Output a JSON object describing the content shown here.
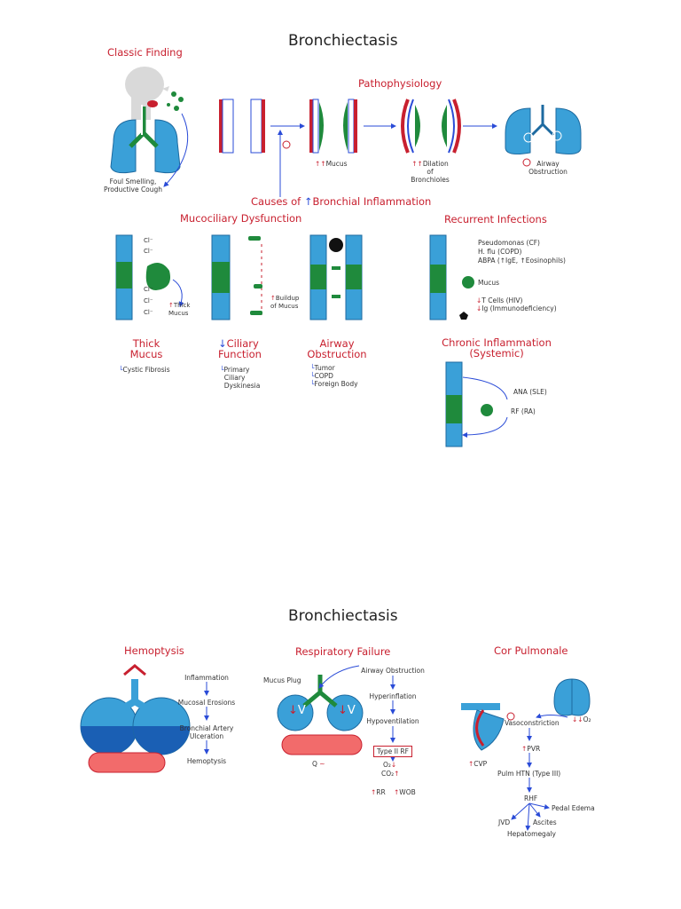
{
  "page1": {
    "title": "Bronchiectasis",
    "classic_finding": "Classic Finding",
    "pathophysiology": "Pathophysiology",
    "cough_1": "Foul Smelling,",
    "cough_2": "Productive Cough",
    "up_mucus": "Mucus",
    "dilation_1": "Dilation",
    "dilation_2": "of",
    "dilation_3": "Bronchioles",
    "obstruction_1": "Airway",
    "obstruction_2": "Obstruction",
    "causes_prefix": "Causes of",
    "causes_suffix": "Bronchial Inflammation",
    "mucociliary": "Mucociliary Dysfunction",
    "recurrent": "Recurrent Infections",
    "cl": "Cl⁻",
    "thick_mucus_label_1": "Thick",
    "thick_mucus_label_2": "Mucus",
    "buildup_1": "Buildup",
    "buildup_2": "of Mucus",
    "thick_heading_1": "Thick",
    "thick_heading_2": "Mucus",
    "cf": "Cystic Fibrosis",
    "ciliary_heading_1": "Ciliary",
    "ciliary_heading_2": "Function",
    "pcd_1": "Primary",
    "pcd_2": "Ciliary",
    "pcd_3": "Dyskinesia",
    "airway_heading_1": "Airway",
    "airway_heading_2": "Obstruction",
    "tumor": "Tumor",
    "copd": "COPD",
    "foreign": "Foreign Body",
    "pseudomonas": "Pseudomonas (CF)",
    "hflu": "H. flu (COPD)",
    "abpa": "ABPA (↑IgE, ↑Eosinophils)",
    "mucus": "Mucus",
    "tcells": "T Cells (HIV)",
    "ig": "Ig (Immunodeficiency)",
    "chronic_1": "Chronic Inflammation",
    "chronic_2": "(Systemic)",
    "ana": "ANA (SLE)",
    "rf": "RF (RA)"
  },
  "page2": {
    "title": "Bronchiectasis",
    "hemoptysis_heading": "Hemoptysis",
    "resp_heading": "Respiratory Failure",
    "cor_heading": "Cor Pulmonale",
    "hemo_steps": [
      "Inflammation",
      "Mucosal Erosions",
      "Bronchial Artery",
      "Ulceration",
      "Hemoptysis"
    ],
    "mucus_plug": "Mucus Plug",
    "resp_steps": [
      "Airway Obstruction",
      "Hyperinflation",
      "Hypoventilation",
      "Type II RF"
    ],
    "v_label": "V",
    "q_label": "Q",
    "o2": "O₂",
    "co2": "CO₂",
    "rr": "RR",
    "wob": "WOB",
    "vasoconstriction": "Vasoconstriction",
    "o2_low": "O₂",
    "pvr": "PVR",
    "cvp": "CVP",
    "pulm_htn": "Pulm HTN (Type III)",
    "rhf": "RHF",
    "pedal": "Pedal Edema",
    "jvd": "JVD",
    "ascites": "Ascites",
    "hepato": "Hepatomegaly"
  },
  "colors": {
    "accent_red": "#c8202f",
    "arrow_blue": "#2a4bd7",
    "lung_blue": "#3aa0d8",
    "mucus_green": "#1f8a3c"
  }
}
